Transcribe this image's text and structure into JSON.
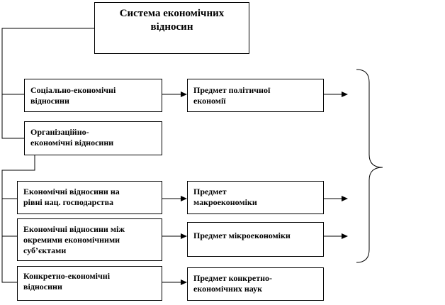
{
  "root": {
    "line1": "Система економічних",
    "line2": "відносин"
  },
  "relations": {
    "social_economic": {
      "line1": "Соціально-економічні",
      "line2": "відносини"
    },
    "organizational": {
      "line1": "Організаційно-",
      "line2": "економічні відносини"
    },
    "national_level": {
      "line1": "Економічні  відносини на",
      "line2": "рівні  нац. господарства"
    },
    "between_subjects": {
      "line1": "Економічні  відносини між",
      "line2": "окремими економічними",
      "line3": "суб’єктами"
    },
    "concrete": {
      "line1": "Конкретно-економічні",
      "line2": "відносини"
    }
  },
  "subjects": {
    "political_economy": {
      "line1": "Предмет політичної",
      "line2": "економії"
    },
    "macroeconomics": {
      "line1": "Предмет",
      "line2": "макроекономіки"
    },
    "microeconomics": {
      "line1": "Предмет мікроекономіки"
    },
    "concrete_economic": {
      "line1": "Предмет конкретно-",
      "line2": "економічних  наук"
    }
  },
  "colors": {
    "line": "#000000",
    "box_border": "#000000",
    "background": "#ffffff"
  }
}
